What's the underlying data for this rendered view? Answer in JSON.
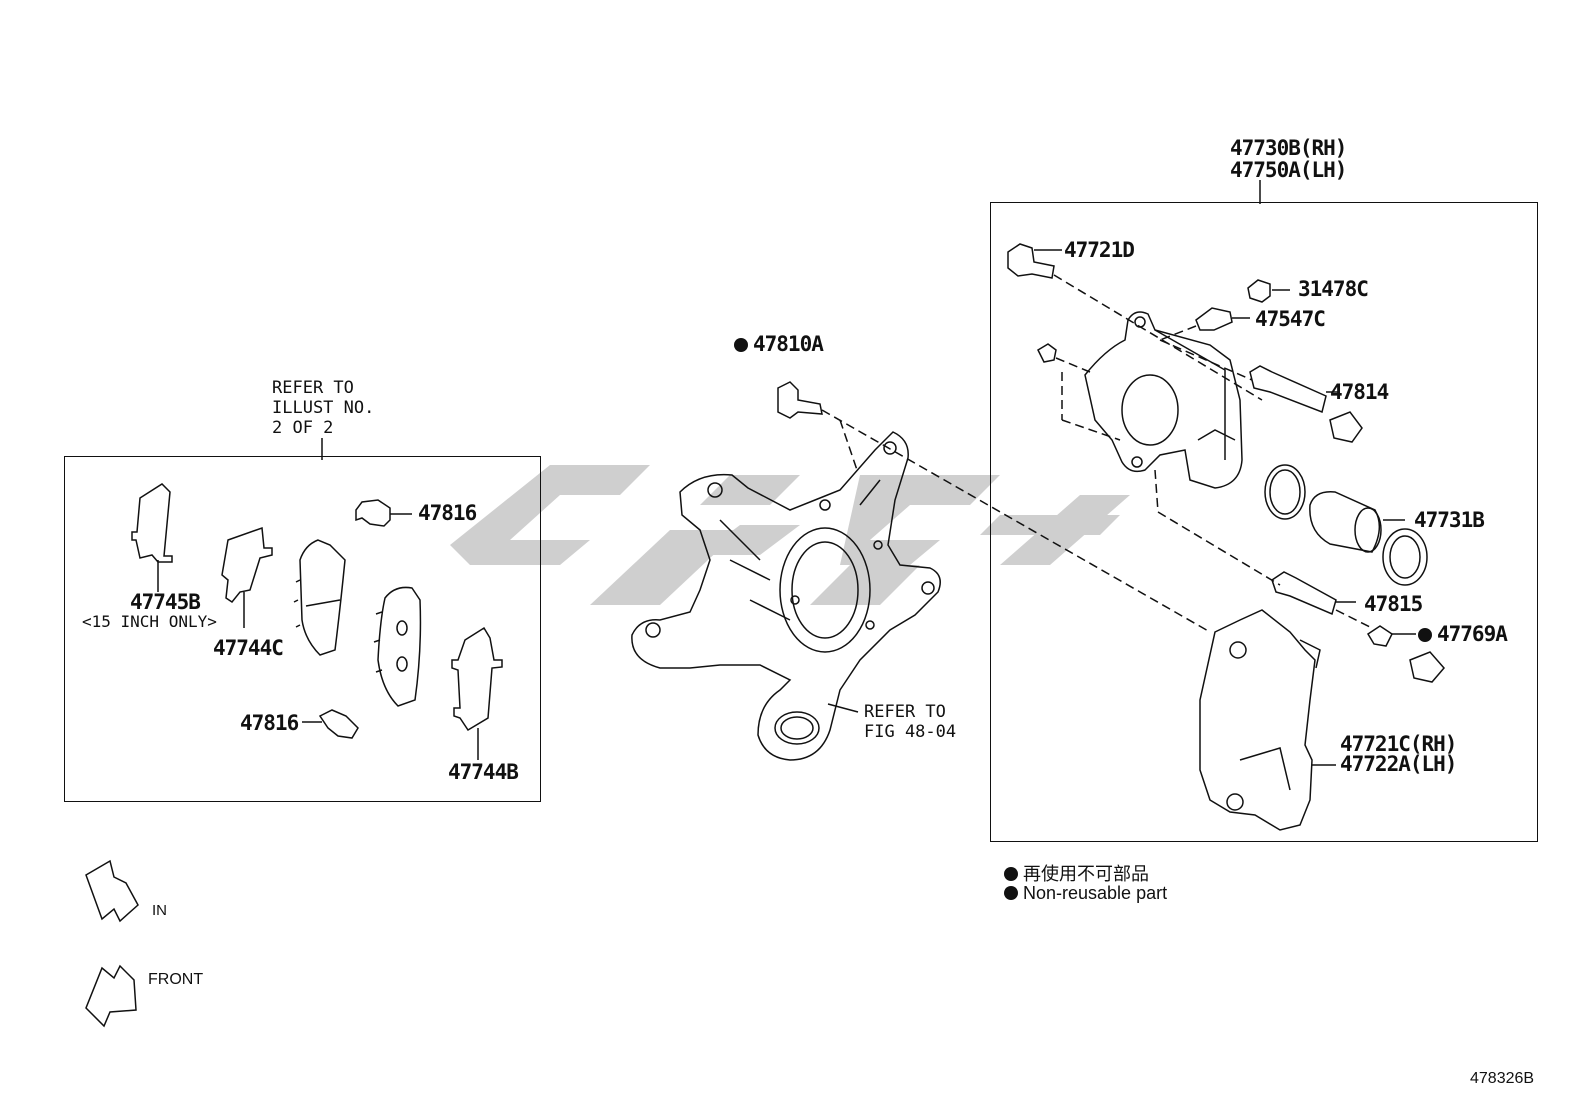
{
  "diagram_id": "478326B",
  "pads_box": {
    "refer_lines": [
      "REFER TO",
      "ILLUST NO.",
      "2 OF 2"
    ],
    "parts": {
      "p47745B": "47745B",
      "p47745B_note": "<15 INCH ONLY>",
      "p47744C": "47744C",
      "p47816_top": "47816",
      "p47816_bottom": "47816",
      "p47744B": "47744B"
    }
  },
  "knuckle": {
    "p47810A": "47810A",
    "refer_lines": [
      "REFER TO",
      "FIG 48-04"
    ]
  },
  "caliper": {
    "assy_rh": "47730B(RH)",
    "assy_lh": "47750A(LH)",
    "parts": {
      "p47721D": "47721D",
      "p31478C": "31478C",
      "p47547C": "47547C",
      "p47814": "47814",
      "p47731B": "47731B",
      "p47815": "47815",
      "p47769A": "47769A",
      "bracket_rh": "47721C(RH)",
      "bracket_lh": "47722A(LH)"
    }
  },
  "legend": {
    "jp": "再使用不可部品",
    "en": "Non-reusable part"
  },
  "orientation": {
    "in_label": "IN",
    "front_label": "FRONT"
  },
  "colors": {
    "line": "#111111",
    "watermark": "#c8c8c8"
  }
}
